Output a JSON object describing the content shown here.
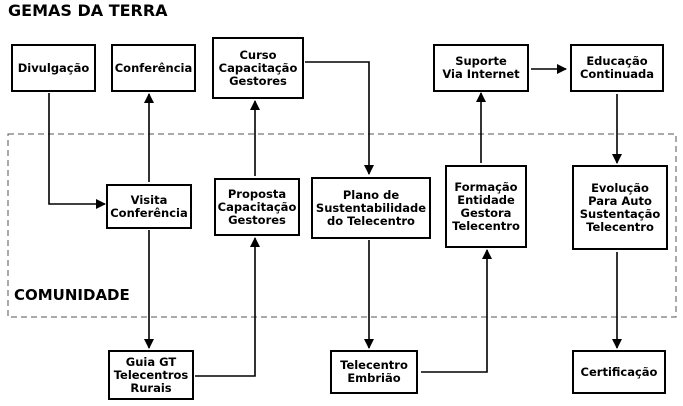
{
  "title": "GEMAS DA TERRA",
  "community_label": "COMUNIDADE",
  "nodes": {
    "divulgacao": "Divulgação",
    "conferencia": "Conferência",
    "curso": "Curso\nCapacitação\nGestores",
    "suporte": "Suporte\nVia Internet",
    "educacao": "Educação\nContinuada",
    "visita": "Visita\nConferência",
    "proposta": "Proposta\nCapacitação\nGestores",
    "plano": "Plano de\nSustentabilidade\ndo Telecentro",
    "formacao": "Formação\nEntidade\nGestora\nTelecentro",
    "evolucao": "Evolução\nPara Auto\nSustentação\nTelecentro",
    "guia": "Guia GT\nTelecentros\nRurais",
    "embriao": "Telecentro\nEmbrião",
    "certificacao": "Certificação"
  }
}
